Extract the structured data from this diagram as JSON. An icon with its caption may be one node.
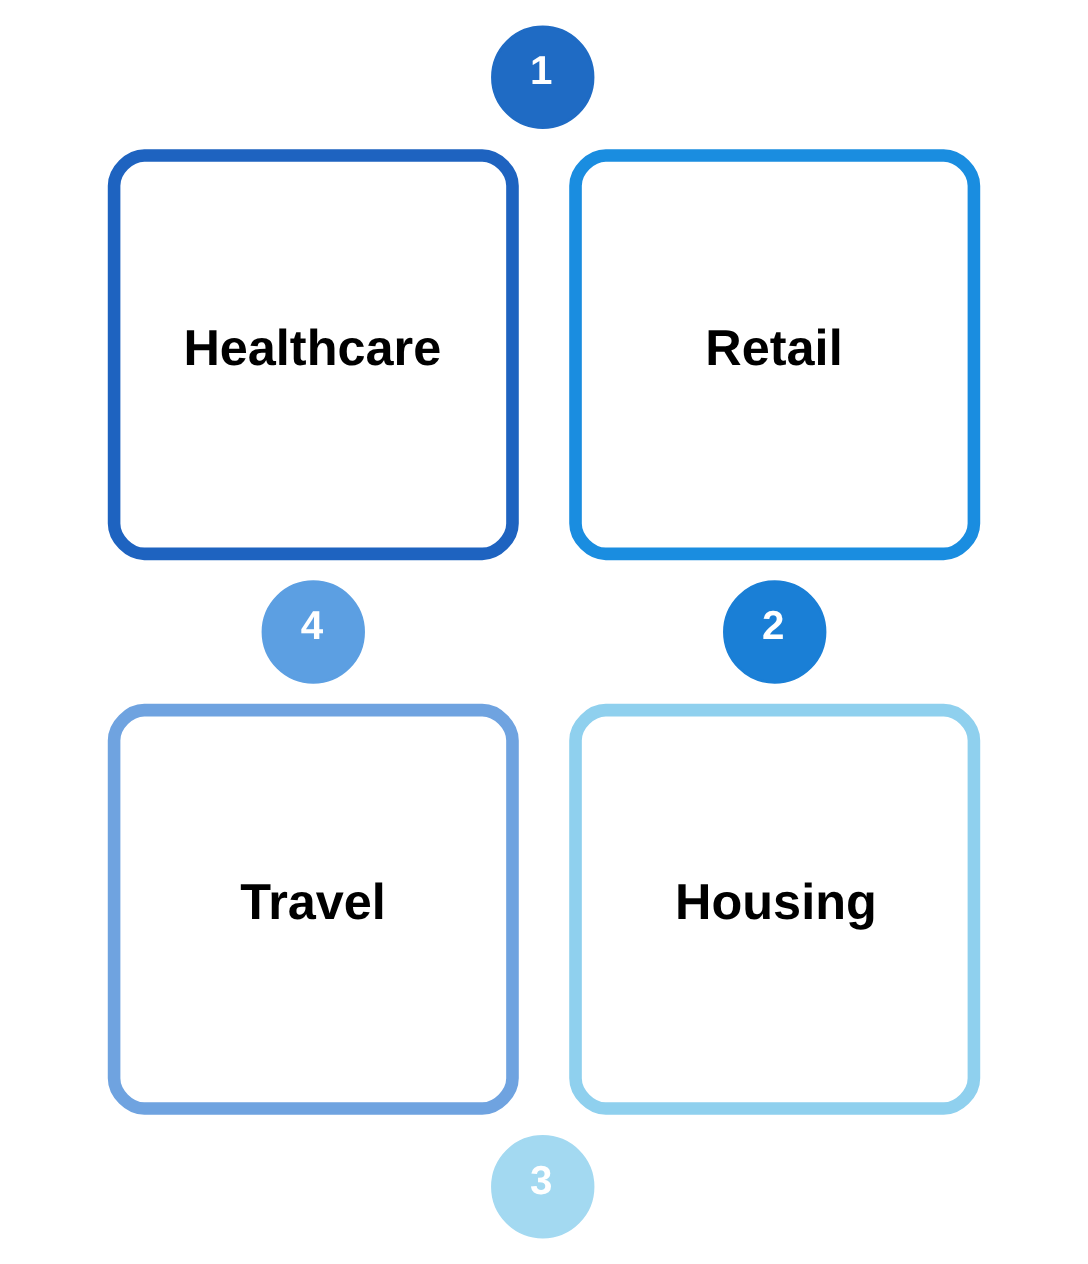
{
  "diagram": {
    "nodes": [
      {
        "text": [
          "1"
        ]
      },
      {
        "text": [
          "Healthcare"
        ]
      },
      {
        "text": [
          "Retail"
        ]
      },
      {
        "text": [
          "4"
        ]
      },
      {
        "text": [
          "2"
        ]
      },
      {
        "text": [
          "Travel"
        ]
      },
      {
        "text": [
          "Housing"
        ]
      },
      {
        "text": [
          "3"
        ]
      }
    ]
  }
}
